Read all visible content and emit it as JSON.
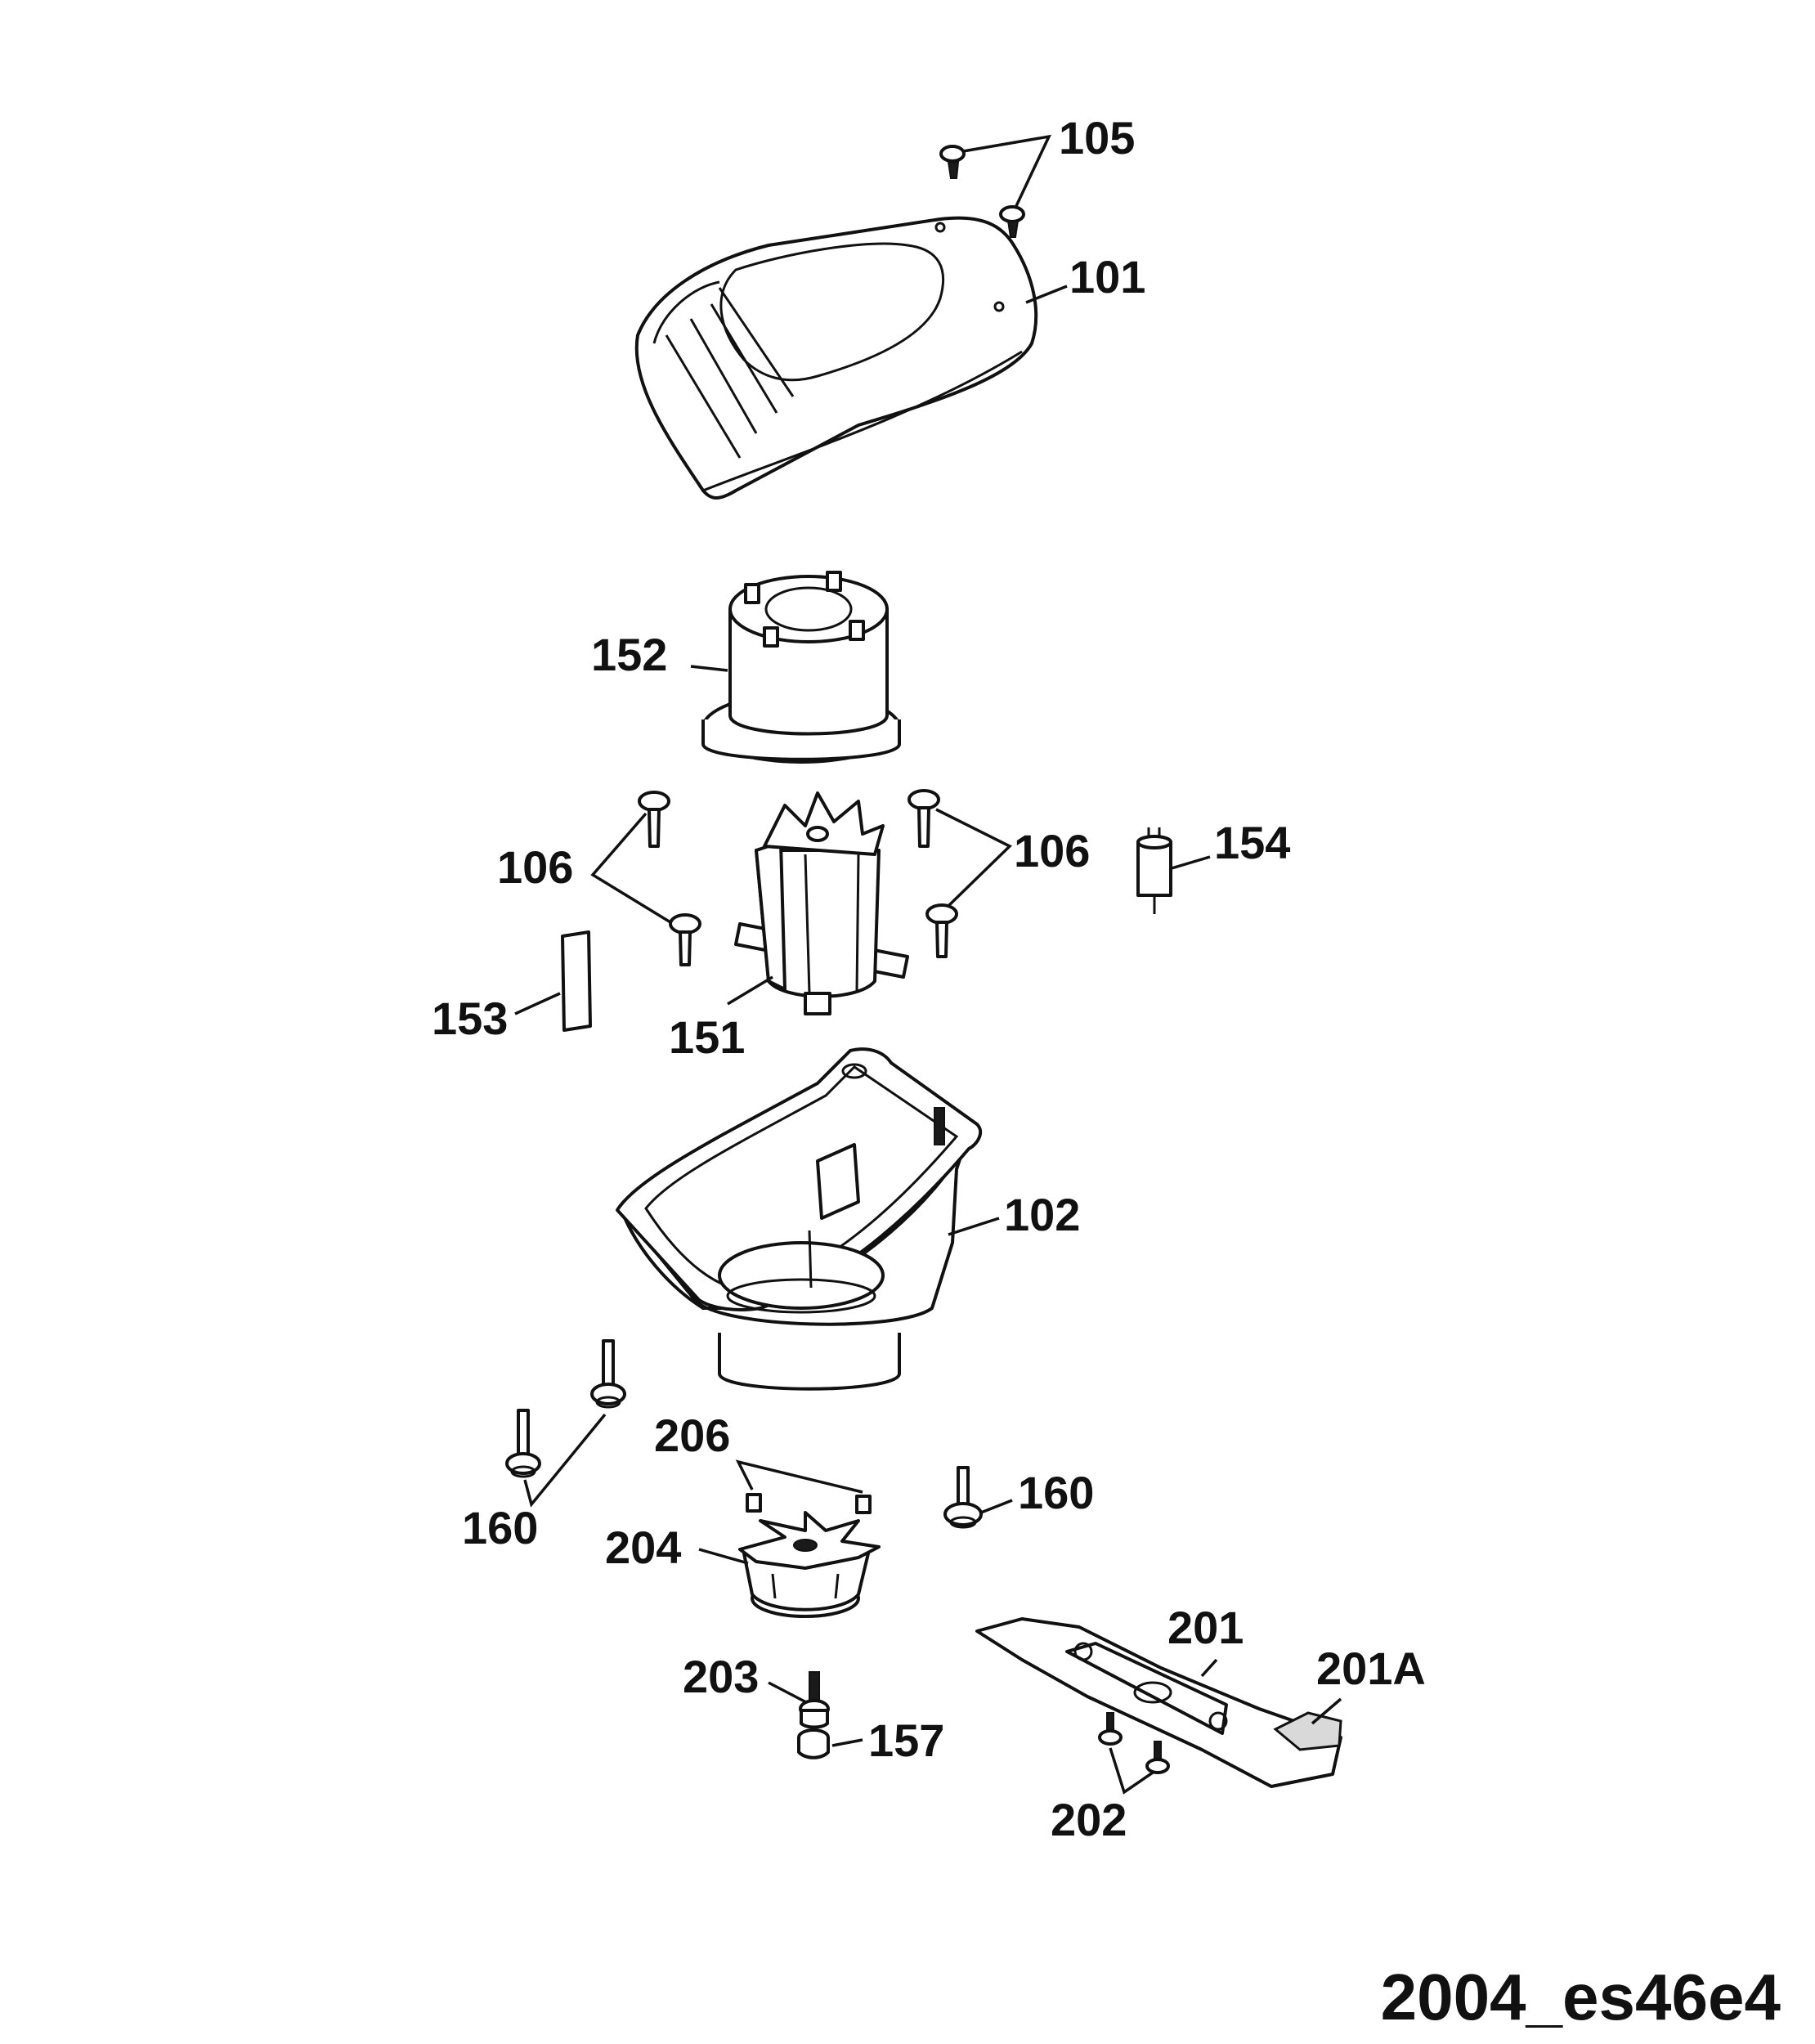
{
  "labels": {
    "p105": "105",
    "p101": "101",
    "p152": "152",
    "p106_left": "106",
    "p106_right": "106",
    "p154": "154",
    "p153": "153",
    "p151": "151",
    "p102": "102",
    "p206": "206",
    "p160_left": "160",
    "p160_right": "160",
    "p204": "204",
    "p201": "201",
    "p201a": "201A",
    "p203": "203",
    "p157": "157",
    "p202": "202"
  },
  "drawing_code": "2004_es46e4"
}
